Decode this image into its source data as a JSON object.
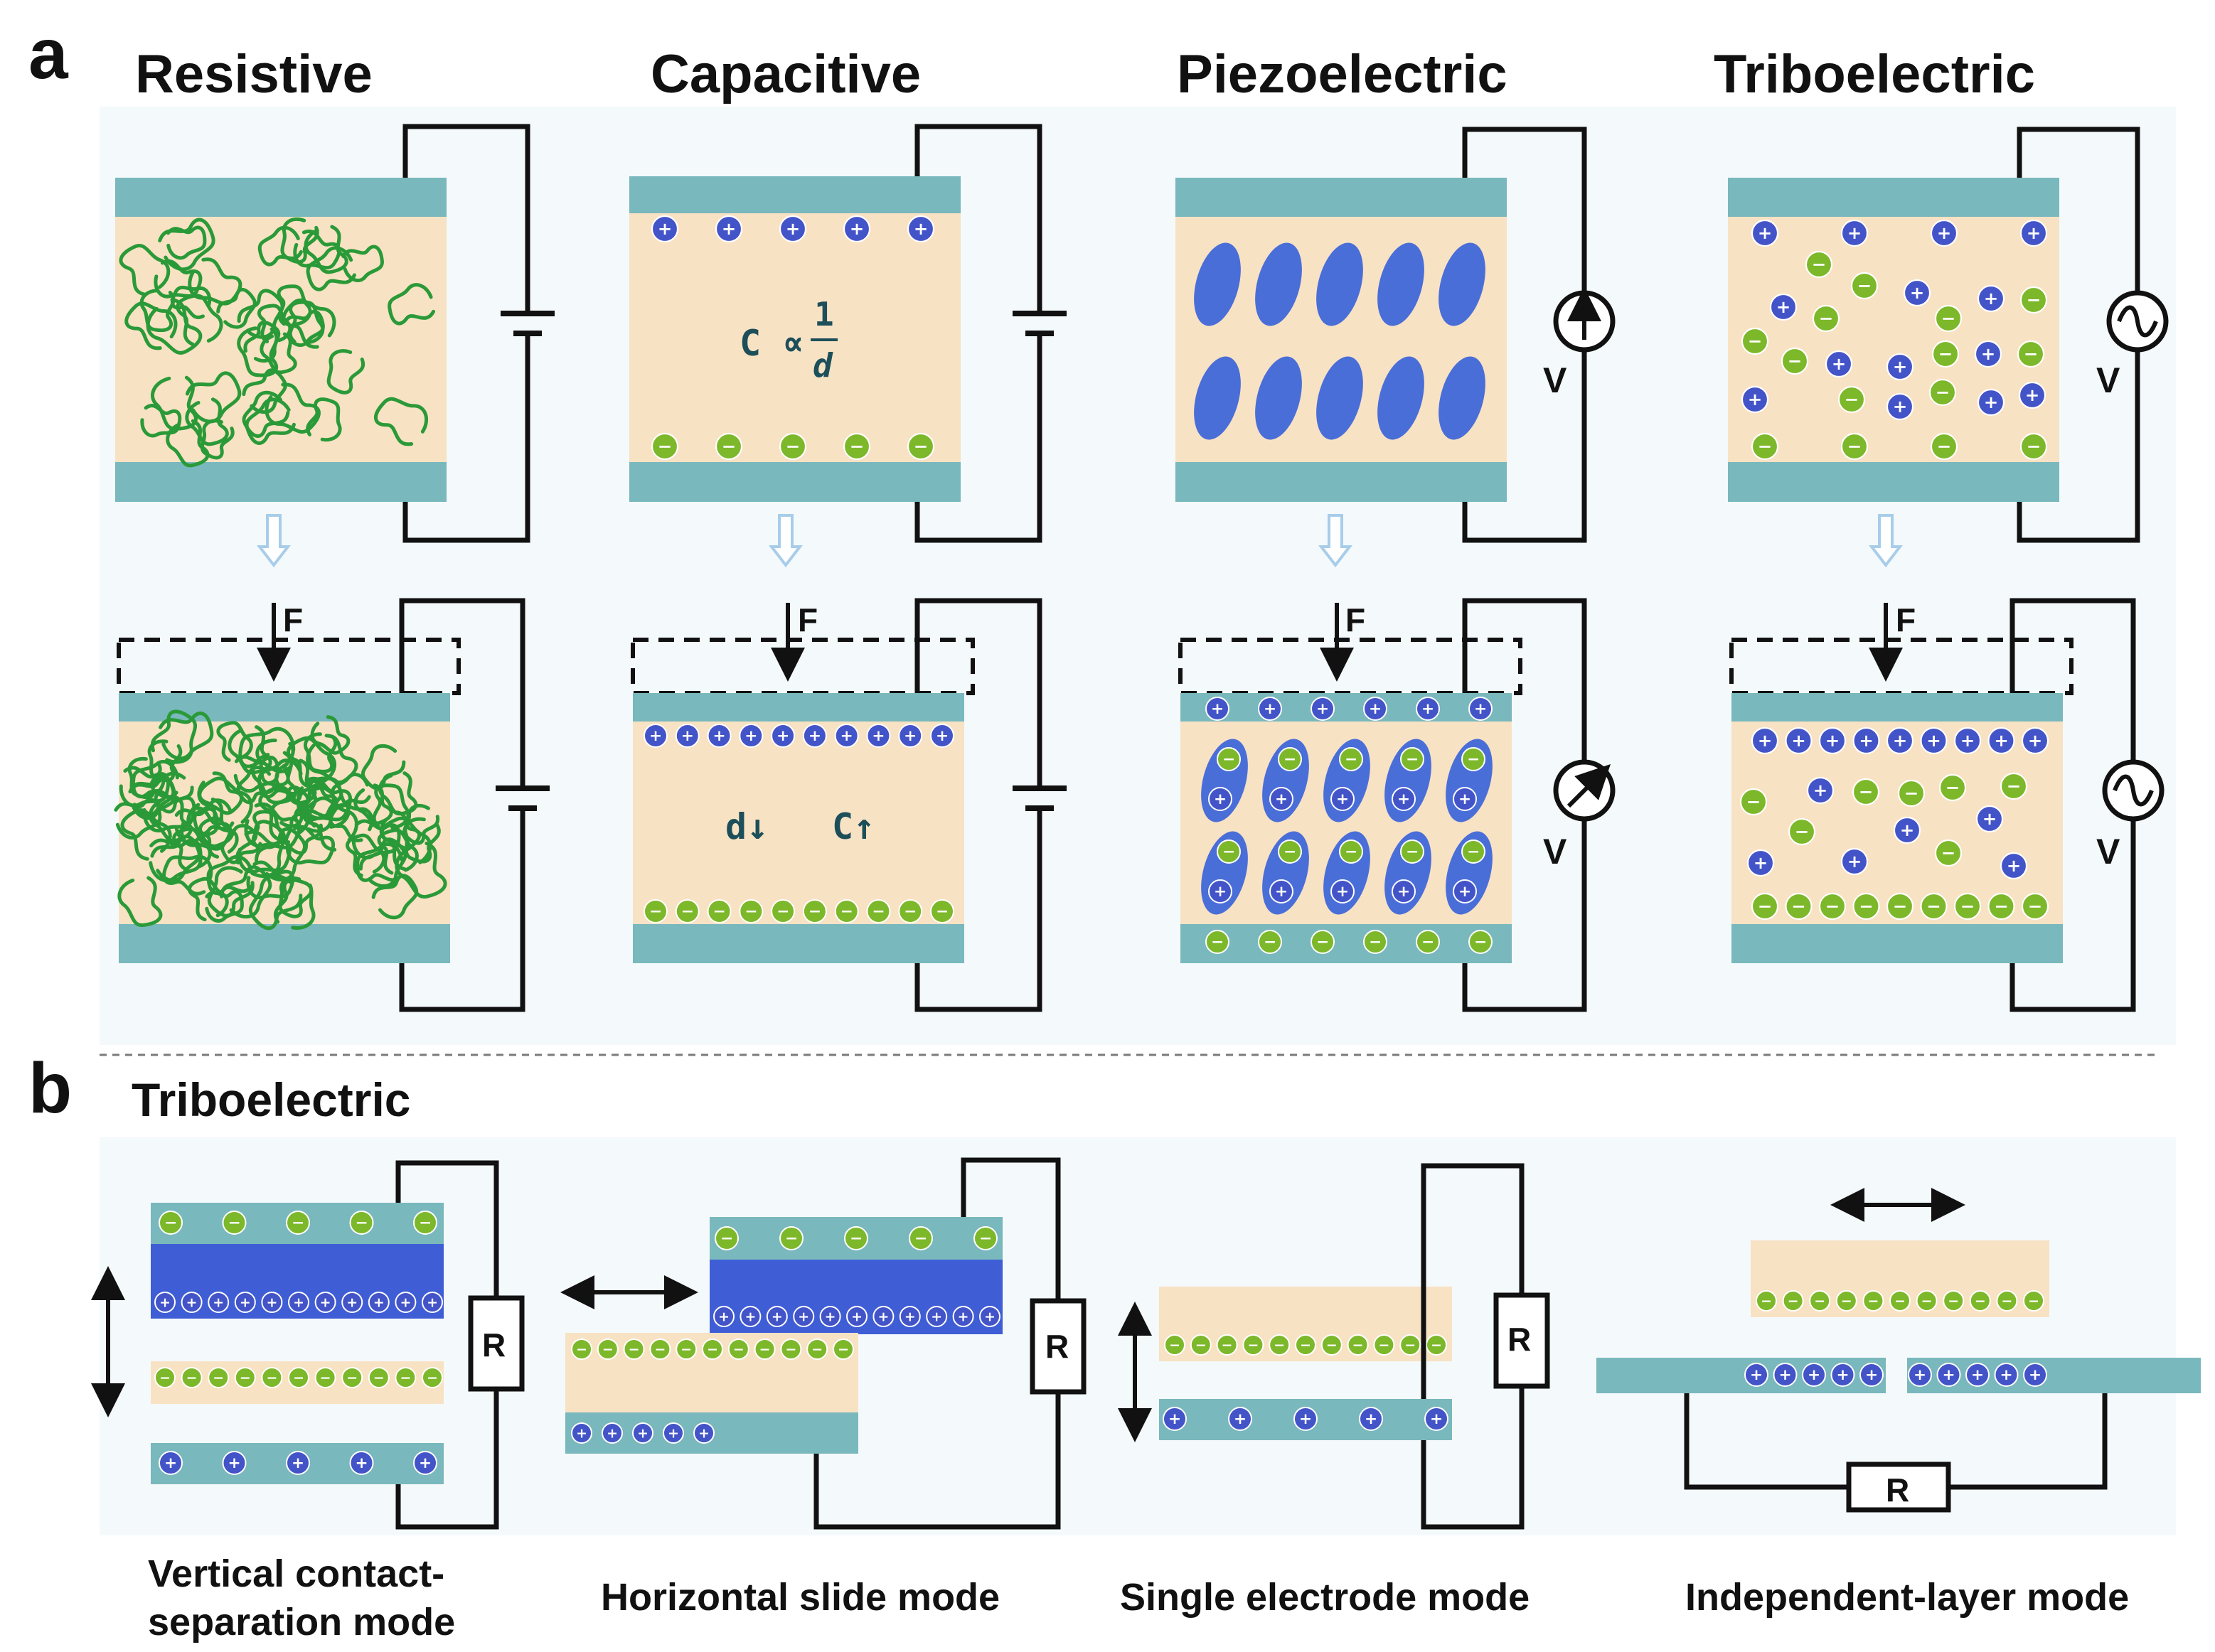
{
  "panel_labels": {
    "a": "a",
    "b": "b"
  },
  "sensor_titles": [
    "Resistive",
    "Capacitive",
    "Piezoelectric",
    "Triboelectric"
  ],
  "section_b_title": "Triboelectric",
  "force_label": "F",
  "voltage_label": "V",
  "resistor_label": "R",
  "capacitive_formula": {
    "lhs": "C ∝",
    "numerator": "1",
    "denominator": "d"
  },
  "capacitive_change": {
    "distance": "d↓",
    "capacitance": "C↑"
  },
  "charge_symbols": {
    "positive": "+",
    "negative": "−"
  },
  "mode_labels": {
    "vertical_line1": "Vertical contact-",
    "vertical_line2": "separation mode",
    "horizontal": "Horizontal slide mode",
    "single": "Single electrode mode",
    "independent": "Independent-layer mode"
  },
  "colors": {
    "electrode": "#79b8bc",
    "layer": "#f8e2c4",
    "background_panel": "#f4f9fb",
    "positive_charge": "#4354c8",
    "negative_charge": "#7cb82a",
    "fiber": "#2a9a38",
    "dipole": "#4a6ed8",
    "blue_layer": "#3f5ed6",
    "wire": "#111111",
    "arrow": "#a8cdea"
  }
}
